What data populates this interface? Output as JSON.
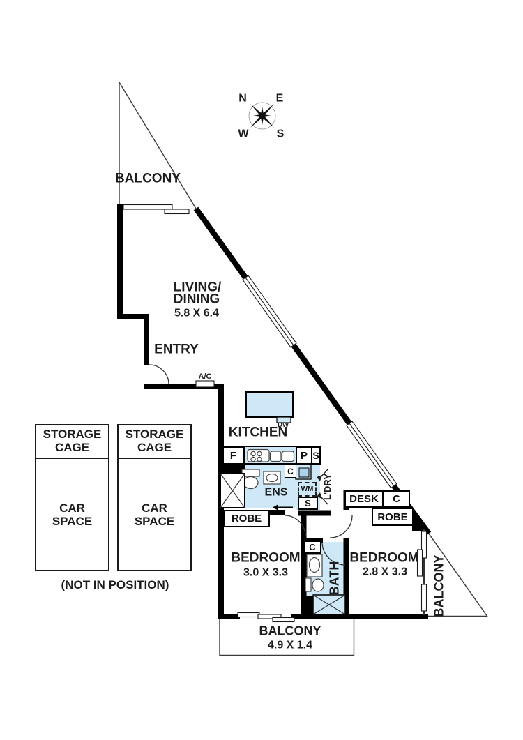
{
  "colors": {
    "fixture": "#cfe8f7",
    "fixture_inner": "#abd3ec",
    "wall": "#000000"
  },
  "compass": {
    "north": "N",
    "east": "E",
    "south": "S",
    "west": "W"
  },
  "labels": {
    "balcony_top": "BALCONY",
    "living_line1": "LIVING/",
    "living_line2": "DINING",
    "living_dims": "5.8 X 6.4",
    "entry": "ENTRY",
    "ac": "A/C",
    "kitchen": "KITCHEN",
    "dw": "DW",
    "fridge": "F",
    "pantry": "P",
    "store_small": "S",
    "ens": "ENS",
    "ens_cupboard": "C",
    "laundry": "L'DRY",
    "washing_machine": "WM",
    "laundry_shelf": "S",
    "robe1": "ROBE",
    "bedroom1": "BEDROOM",
    "bedroom1_dims": "3.0 X 3.3",
    "bath": "BATH",
    "bath_cupboard": "C",
    "bedroom2": "BEDROOM",
    "bedroom2_dims": "2.8 X 3.3",
    "desk": "DESK",
    "bed2_cupboard": "C",
    "robe2": "ROBE",
    "balcony_right": "BALCONY",
    "balcony_bottom": "BALCONY",
    "balcony_bottom_dims": "4.9 X 1.4",
    "storage_cage": "STORAGE CAGE",
    "car_space": "CAR SPACE",
    "note": "(NOT IN POSITION)"
  }
}
